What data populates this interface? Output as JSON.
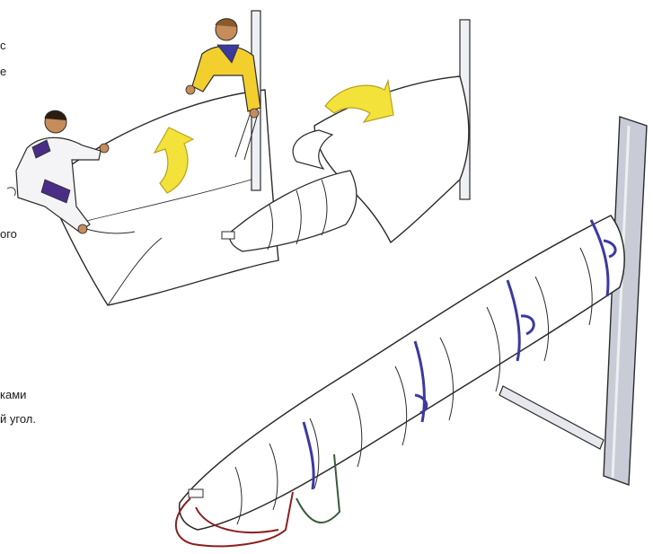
{
  "text_fragments": [
    "с",
    "е",
    "ого",
    "ками",
    "й угол."
  ],
  "colors": {
    "sail_outline": "#2b2b2b",
    "sail_fill": "#ffffff",
    "arrow_yellow": "#f2e23a",
    "arrow_outline": "#b9a11e",
    "shirt_yellow": "#f3cf2e",
    "jacket_white": "#f4f4f6",
    "jacket_purple": "#4a2e86",
    "tie_blue": "#3b3aa0",
    "mast_gray": "#c9ccd6",
    "rope_red": "#8b1e1e",
    "rope_green": "#3a5a3a",
    "skin": "#c68c5a"
  },
  "illustration": {
    "panel_1": "two-sailors-holding-sail",
    "panel_2": "sail-being-folded-over",
    "panel_3": "sail-rolled-and-tied-to-mast"
  }
}
